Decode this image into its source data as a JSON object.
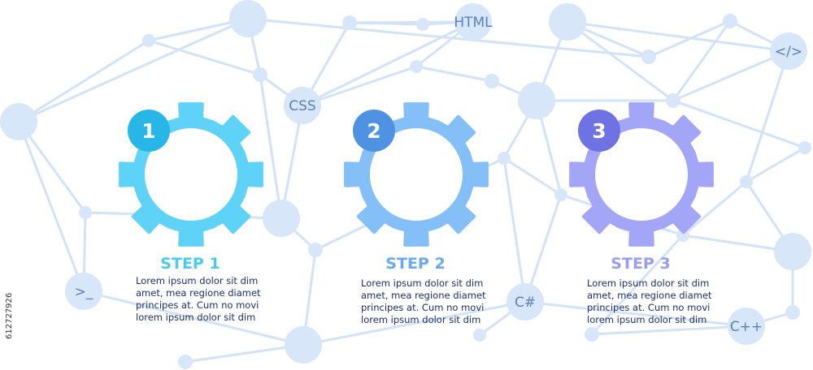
{
  "network": {
    "node_labels": [
      "HTML",
      "CSS",
      "</>",
      ">_",
      "C#",
      "C++"
    ]
  },
  "steps": [
    {
      "number": "1",
      "title": "STEP 1",
      "lines": [
        "Lorem ipsum dolor sit dim",
        "amet, mea regione diamet",
        "principes at. Cum no movi",
        "lorem ipsum dolor sit dim"
      ],
      "gear_color": "#5ed3f7",
      "badge_color": "#27b6e6",
      "title_color": "#4cc9f0"
    },
    {
      "number": "2",
      "title": "STEP 2",
      "lines": [
        "Lorem ipsum dolor sit dim",
        "amet, mea regione diamet",
        "principes at. Cum no movi",
        "lorem ipsum dolor sit dim"
      ],
      "gear_color": "#84bff7",
      "badge_color": "#4f92e2",
      "title_color": "#6aa8ef"
    },
    {
      "number": "3",
      "title": "STEP 3",
      "lines": [
        "Lorem ipsum dolor sit dim",
        "amet, mea regione diamet",
        "principes at. Cum no movi",
        "lorem ipsum dolor sit dim"
      ],
      "gear_color": "#a3a6f6",
      "badge_color": "#6f72e3",
      "title_color": "#9a9cf0"
    }
  ],
  "stock_id": "612727926",
  "colors": {
    "network_line": "#d3e3f7",
    "network_node": "#d8e6fa"
  }
}
